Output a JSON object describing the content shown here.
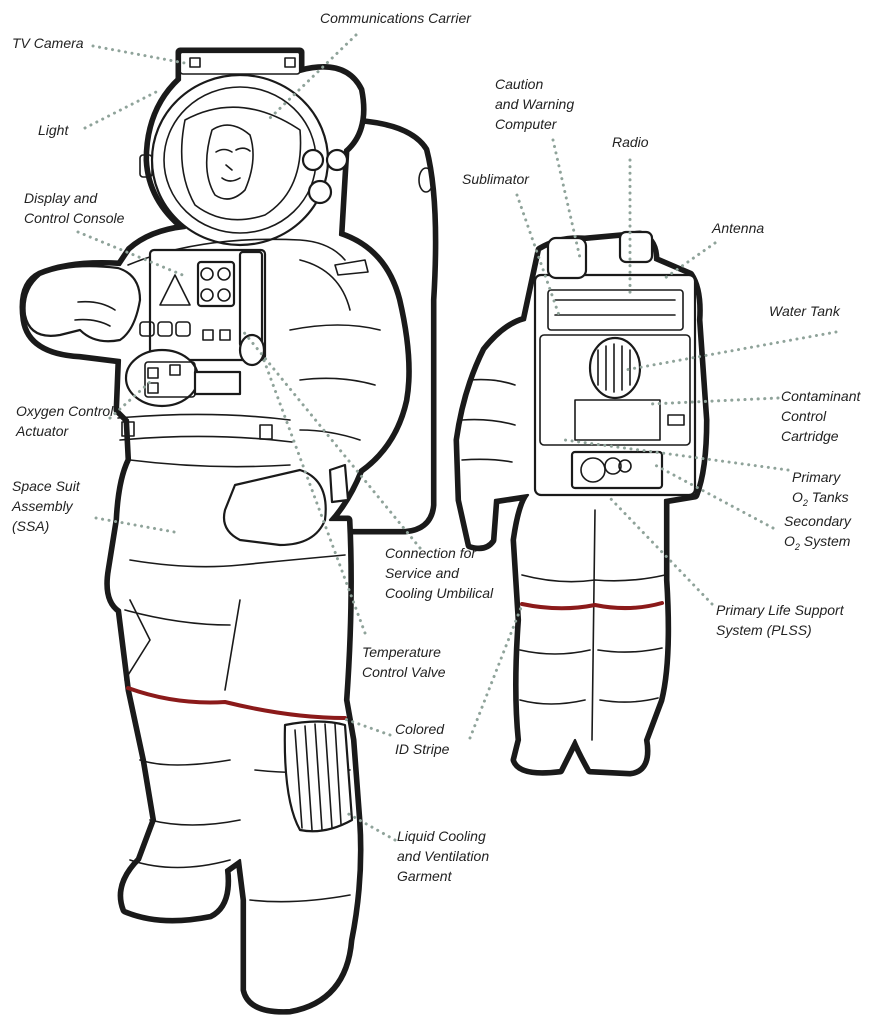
{
  "colors": {
    "id_stripe": "#8b1a1a",
    "leader": "#8fa39a",
    "outline": "#1a1a1a"
  },
  "labels": {
    "tv_camera": [
      "TV Camera"
    ],
    "communications_carrier": [
      "Communications Carrier"
    ],
    "light": [
      "Light"
    ],
    "display_control_console": [
      "Display and",
      "Control Console"
    ],
    "oxygen_control_actuator": [
      "Oxygen Control",
      "Actuator"
    ],
    "space_suit_assembly": [
      "Space Suit",
      "Assembly",
      "(SSA)"
    ],
    "caution_warning_computer": [
      "Caution",
      "and Warning",
      "Computer"
    ],
    "radio": [
      "Radio"
    ],
    "sublimator": [
      "Sublimator"
    ],
    "antenna": [
      "Antenna"
    ],
    "water_tank": [
      "Water Tank"
    ],
    "contaminant_control_cartridge": [
      "Contaminant",
      "Control",
      "Cartridge"
    ],
    "primary_o2_tanks": [
      "Primary",
      "O2 Tanks"
    ],
    "secondary_o2_system": [
      "Secondary",
      "O2 System"
    ],
    "connection_umbilical": [
      "Connection for",
      "Service and",
      "Cooling Umbilical"
    ],
    "primary_life_support": [
      "Primary Life Support",
      "System (PLSS)"
    ],
    "temperature_control_valve": [
      "Temperature",
      "Control Valve"
    ],
    "colored_id_stripe": [
      "Colored",
      "ID Stripe"
    ],
    "liquid_cooling_garment": [
      "Liquid Cooling",
      "and Ventilation",
      "Garment"
    ]
  }
}
